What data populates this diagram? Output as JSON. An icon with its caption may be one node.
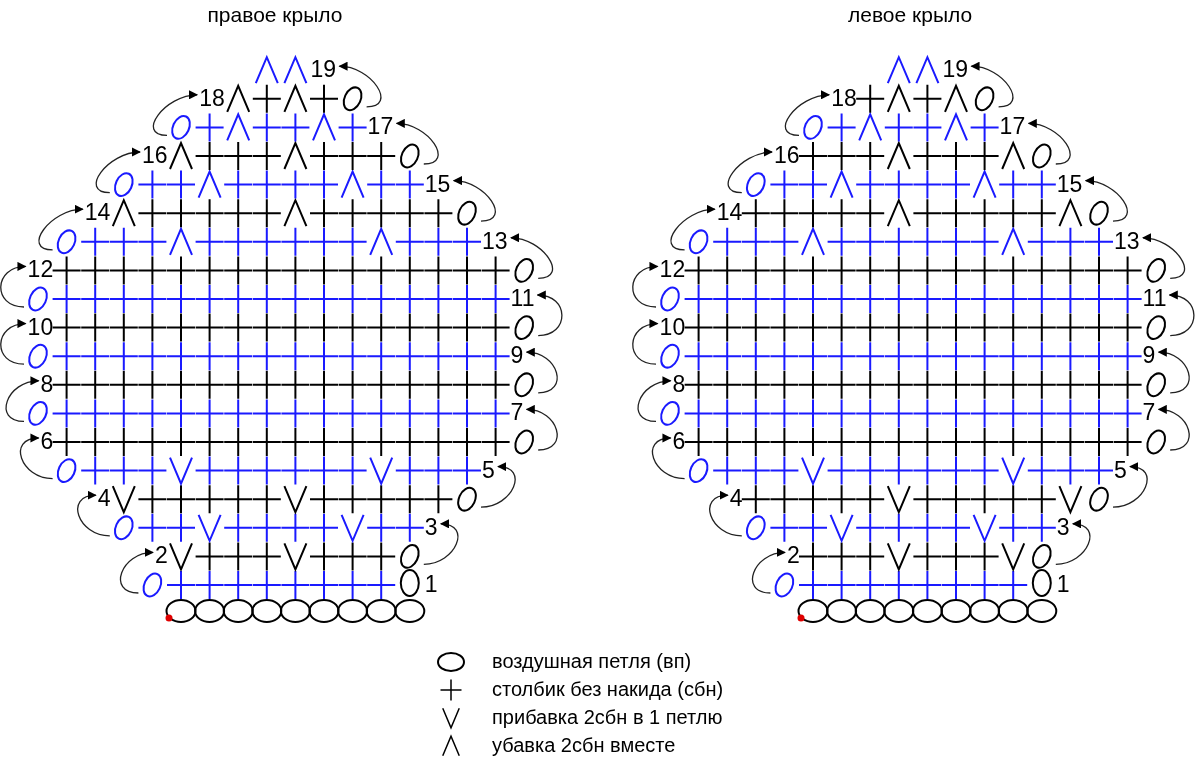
{
  "diagram": {
    "labels": [
      "правое крыло",
      "левое крыло",
      "19",
      "19",
      "18",
      "18",
      "17",
      "17",
      "16",
      "16",
      "15",
      "15",
      "14",
      "14",
      "13",
      "13",
      "12",
      "12",
      "11",
      "11",
      "10",
      "10",
      "9",
      "9",
      "8",
      "8",
      "7",
      "7",
      "6",
      "6",
      "5",
      "5",
      "4",
      "4",
      "3",
      "3",
      "2",
      "2",
      "1",
      "1"
    ],
    "legend": [
      {
        "text": "воздушная петля (вп)"
      },
      {
        "text": "столбик без накида (сбн)"
      },
      {
        "text": "прибавка 2сбн в 1 петлю"
      },
      {
        "text": "убавка 2сбн вместе"
      }
    ]
  }
}
